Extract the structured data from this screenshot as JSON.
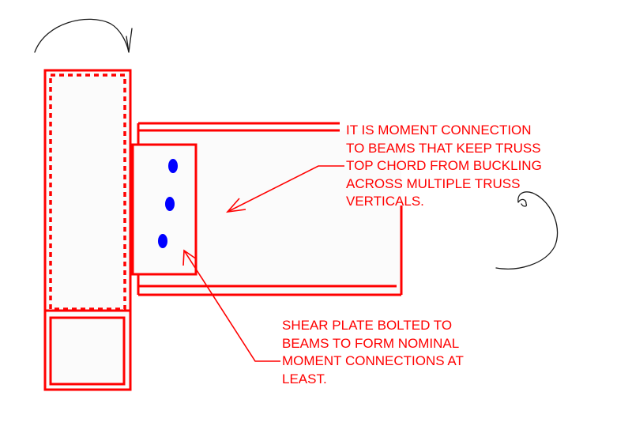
{
  "colors": {
    "markup_red": "#ff0000",
    "bolt_blue": "#0000ff",
    "pencil_black": "#1a1a1a",
    "panel_fill": "#fbfbfb"
  },
  "annotations": {
    "moment_connection": {
      "lines": [
        "IT IS MOMENT CONNECTION",
        "TO BEAMS THAT KEEP TRUSS",
        "TOP CHORD FROM BUCKLING",
        "ACROSS MULTIPLE TRUSS",
        "VERTICALS."
      ]
    },
    "shear_plate": {
      "lines": [
        "SHEAR PLATE BOLTED TO",
        "BEAMS TO FORM NOMINAL",
        "MOMENT CONNECTIONS AT",
        "LEAST."
      ]
    }
  }
}
